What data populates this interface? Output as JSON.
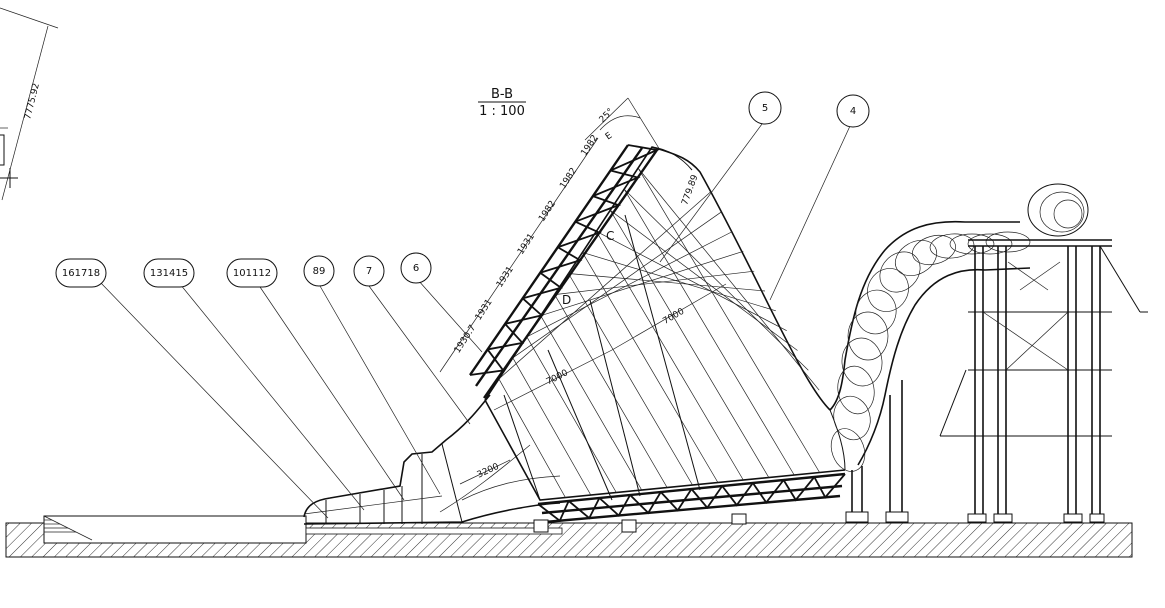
{
  "section": {
    "title": "B-B",
    "scale": "1 : 100"
  },
  "callouts": [
    "161718",
    "131415",
    "101112",
    "89",
    "7",
    "6",
    "5",
    "4"
  ],
  "dimensions": {
    "top_left": "7775.92",
    "angle": "25°",
    "e_mark": "E",
    "segments": [
      "1930.7",
      "1931",
      "1931",
      "1931",
      "1982",
      "1982",
      "1982"
    ],
    "edge": "779.89",
    "cone_upper": "7000",
    "cone_lower": "7000",
    "base": "3200"
  },
  "letters": {
    "c": "C",
    "d": "D"
  },
  "colors": {
    "line": "#111111",
    "hatch": "#333333",
    "background": "#ffffff"
  }
}
